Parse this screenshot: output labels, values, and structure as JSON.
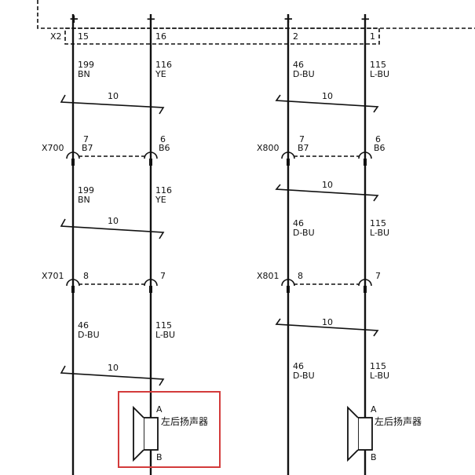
{
  "header": {
    "connector": "X2",
    "polarity": [
      "+",
      "−",
      "+",
      "−"
    ],
    "pins": [
      "15",
      "16",
      "2",
      "1"
    ]
  },
  "left": {
    "seg1": [
      {
        "num": "199",
        "color": "BN"
      },
      {
        "num": "116",
        "color": "YE"
      }
    ],
    "twist1": "10",
    "x700": {
      "name": "X700",
      "pins": [
        {
          "num": "7",
          "cav": "B7"
        },
        {
          "num": "6",
          "cav": "B6"
        }
      ]
    },
    "seg2": [
      {
        "num": "199",
        "color": "BN"
      },
      {
        "num": "116",
        "color": "YE"
      }
    ],
    "twist2": "10",
    "x701": {
      "name": "X701",
      "pins": [
        "8",
        "7"
      ]
    },
    "seg3": [
      {
        "num": "46",
        "color": "D-BU"
      },
      {
        "num": "115",
        "color": "L-BU"
      }
    ],
    "twist3": "10",
    "speaker": {
      "a": "A",
      "b": "B",
      "label": "左后扬声器"
    }
  },
  "right": {
    "seg1": [
      {
        "num": "46",
        "color": "D-BU"
      },
      {
        "num": "115",
        "color": "L-BU"
      }
    ],
    "twist1": "10",
    "x800": {
      "name": "X800",
      "pins": [
        {
          "num": "7",
          "cav": "B7"
        },
        {
          "num": "6",
          "cav": "B6"
        }
      ]
    },
    "twist2": "10",
    "seg2": [
      {
        "num": "46",
        "color": "D-BU"
      },
      {
        "num": "115",
        "color": "L-BU"
      }
    ],
    "x801": {
      "name": "X801",
      "pins": [
        "8",
        "7"
      ]
    },
    "twist3": "10",
    "seg3": [
      {
        "num": "46",
        "color": "D-BU"
      },
      {
        "num": "115",
        "color": "L-BU"
      }
    ],
    "speaker": {
      "a": "A",
      "b": "B",
      "label": "左后扬声器"
    }
  },
  "colors": {
    "line": "#111111",
    "highlight": "#d33b3b"
  }
}
